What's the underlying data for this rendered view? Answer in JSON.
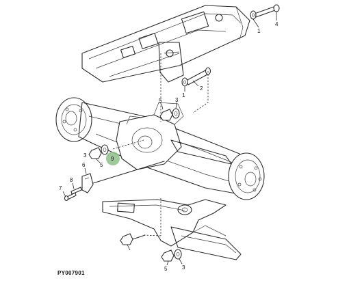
{
  "reference_code": "PY007901",
  "callouts": [
    "1",
    "4",
    "2",
    "1",
    "5",
    "3",
    "3",
    "9",
    "5",
    "6",
    "8",
    "7",
    "5",
    "3"
  ],
  "highlight_color": "#8fbf8a",
  "line_color": "#2b2b2b"
}
